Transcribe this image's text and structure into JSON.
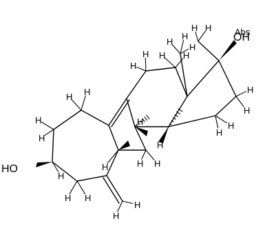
{
  "molecule": {
    "hydrogen_label": "H",
    "hydroxyl_left": "HO",
    "hydroxyl_right": "OH",
    "abs_label": "Abs",
    "line_color": "#000000",
    "background": "#ffffff"
  }
}
